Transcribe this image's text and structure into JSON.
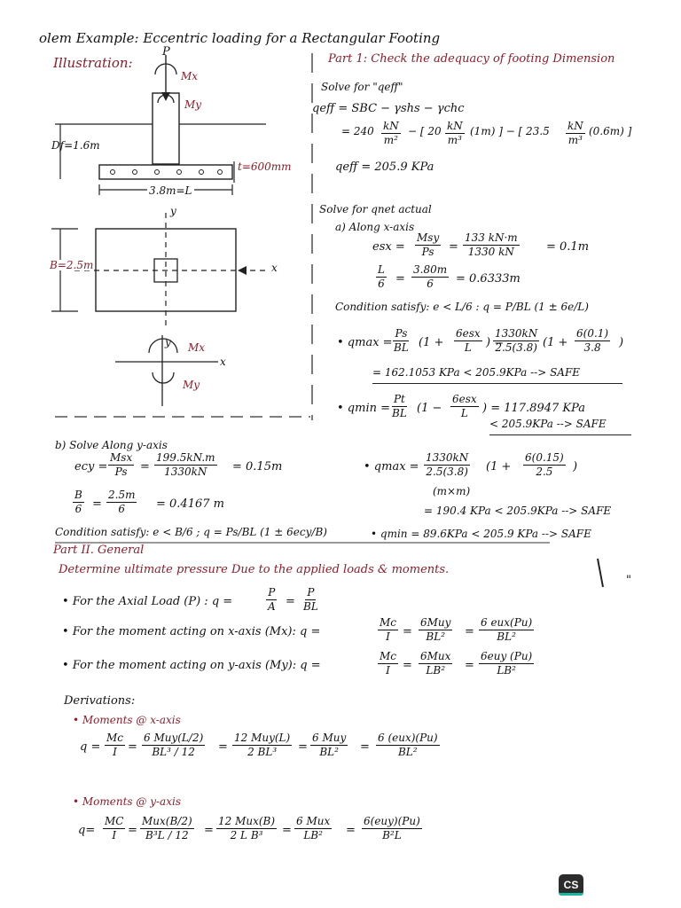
{
  "title": "olem Example: Eccentric loading for a Rectangular Footing",
  "illustration_label": "Illustration:",
  "diagram": {
    "load_P": "P",
    "moment_Mx": "Mx",
    "moment_My": "My",
    "depth_Df": "Df=1.6m",
    "thickness_t": "t=600mm",
    "length_L": "3.8m=L",
    "axis_y": "y",
    "axis_x": "x",
    "width_B": "B=2.5m",
    "axes_Mx": "Mx",
    "axes_My": "My",
    "axes_y": "y",
    "axes_x": "x"
  },
  "part1": {
    "heading": "Part 1: Check the adequacy of footing Dimension",
    "step_qeff": "Solve for \"qeff\"",
    "qeff_formula": "qeff = SBC − γshs − γchc",
    "qeff_sub_1": "= 240",
    "qeff_unit_1_num": "kN",
    "qeff_unit_1_den": "m²",
    "qeff_sub_2": "− [ 20",
    "qeff_unit_2_num": "kN",
    "qeff_unit_2_den": "m³",
    "qeff_sub_3": "(1m) ] − [ 23.5",
    "qeff_unit_3_num": "kN",
    "qeff_unit_3_den": "m³",
    "qeff_sub_4": "(0.6m) ]",
    "qeff_result": "qeff = 205.9 KPa",
    "step_qnet": "Solve for qnet actual",
    "along_x": "a) Along x-axis",
    "esx_lhs": "esx =",
    "esx_num": "Msy",
    "esx_den": "Ps",
    "esx_eq": "=",
    "esx_num2": "133 kN·m",
    "esx_den2": "1330 kN",
    "esx_result": "= 0.1m",
    "l6_num": "L",
    "l6_den": "6",
    "l6_eq": "=",
    "l6_num2": "3.80m",
    "l6_den2": "6",
    "l6_result": "= 0.6333m",
    "cond_x": "Condition satisfy:  e < L/6 :  q = P/BL (1 ± 6e/L)",
    "qmax_x_lhs": "• qmax =",
    "qmax_x_f1_num": "Ps",
    "qmax_x_f1_den": "BL",
    "qmax_x_paren": "(1 +",
    "qmax_x_f2_num": "6esx",
    "qmax_x_f2_den": "L",
    "qmax_x_eq": ") =",
    "qmax_x_f3_num": "1330kN",
    "qmax_x_f3_den": "2.5(3.8)",
    "qmax_x_paren2": "(1 +",
    "qmax_x_f4_num": "6(0.1)",
    "qmax_x_f4_den": "3.8",
    "qmax_x_close": ")",
    "qmax_x_result": "= 162.1053 KPa < 205.9KPa --> SAFE",
    "qmin_x_lhs": "• qmin =",
    "qmin_x_f1_num": "Pt",
    "qmin_x_f1_den": "BL",
    "qmin_x_paren": "(1 −",
    "qmin_x_f2_num": "6esx",
    "qmin_x_f2_den": "L",
    "qmin_x_result": ") = 117.8947 KPa",
    "qmin_x_safe": "< 205.9KPa --> SAFE",
    "along_y": "b) Solve Along y-axis",
    "ecy_lhs": "ecy =",
    "ecy_num": "Msx",
    "ecy_den": "Ps",
    "ecy_eq": "=",
    "ecy_num2": "199.5kN.m",
    "ecy_den2": "1330kN",
    "ecy_result": "= 0.15m",
    "b6_num": "B",
    "b6_den": "6",
    "b6_eq": "=",
    "b6_num2": "2.5m",
    "b6_den2": "6",
    "b6_result": "= 0.4167 m",
    "cond_y": "Condition satisfy:  e < B/6 ; q = Ps/BL (1 ± 6ecy/B)",
    "qmax_y_lhs": "• qmax =",
    "qmax_y_f1_num": "1330kN",
    "qmax_y_f1_den": "2.5(3.8)",
    "qmax_y_unit": "(m×m)",
    "qmax_y_paren": "(1 +",
    "qmax_y_f2_num": "6(0.15)",
    "qmax_y_f2_den": "2.5",
    "qmax_y_close": ")",
    "qmax_y_result": "= 190.4 KPa < 205.9KPa --> SAFE",
    "qmin_y": "• qmin = 89.6KPa < 205.9 KPa --> SAFE"
  },
  "part2": {
    "heading": "Part II. General",
    "subheading": "Determine ultimate pressure Due to the applied loads & moments.",
    "axial_label": "• For the Axial Load (P) :  q =",
    "axial_f1_num": "P",
    "axial_f1_den": "A",
    "axial_eq": "=",
    "axial_f2_num": "P",
    "axial_f2_den": "BL",
    "mx_label": "• For the moment acting on x-axis (Mx):  q =",
    "mx_f1_num": "Mc",
    "mx_f1_den": "I",
    "mx_eq1": "=",
    "mx_f2_num": "6Muy",
    "mx_f2_den": "BL²",
    "mx_eq2": "=",
    "mx_f3_num": "6 eux(Pu)",
    "mx_f3_den": "BL²",
    "my_label": "• For the moment acting on y-axis (My):  q =",
    "my_f1_num": "Mc",
    "my_f1_den": "I",
    "my_eq1": "=",
    "my_f2_num": "6Mux",
    "my_f2_den": "LB²",
    "my_eq2": "=",
    "my_f3_num": "6euy (Pu)",
    "my_f3_den": "LB²",
    "derivations": "Derivations:",
    "moments_x": "• Moments @ x-axis",
    "dx_lhs": "q =",
    "dx_f1_num": "Mc",
    "dx_f1_den": "I",
    "dx_eq1": "=",
    "dx_f2_num": "6 Muy(L/2)",
    "dx_f2_den": "BL³ / 12",
    "dx_eq2": "=",
    "dx_f3_num": "12 Muy(L)",
    "dx_f3_den": "2 BL³",
    "dx_eq3": "=",
    "dx_f4_num": "6 Muy",
    "dx_f4_den": "BL²",
    "dx_eq4": "=",
    "dx_f5_num": "6 (eux)(Pu)",
    "dx_f5_den": "BL²",
    "moments_y": "• Moments @ y-axis",
    "dy_lhs": "q=",
    "dy_f1_num": "MC",
    "dy_f1_den": "I",
    "dy_eq1": "=",
    "dy_f2_num": "Mux(B/2)",
    "dy_f2_den": "B³L / 12",
    "dy_eq2": "=",
    "dy_f3_num": "12 Mux(B)",
    "dy_f3_den": "2 L B³",
    "dy_eq3": "=",
    "dy_f4_num": "6 Mux",
    "dy_f4_den": "LB²",
    "dy_eq4": "=",
    "dy_f5_num": "6(euy)(Pu)",
    "dy_f5_den": "B²L"
  },
  "margin_mark": "\"",
  "logo": "CS",
  "colors": {
    "ink": "#1a1a1a",
    "red_ink": "#8c1d2a",
    "logo_bg": "#2c2c2c",
    "logo_accent": "#1bb5a0"
  }
}
